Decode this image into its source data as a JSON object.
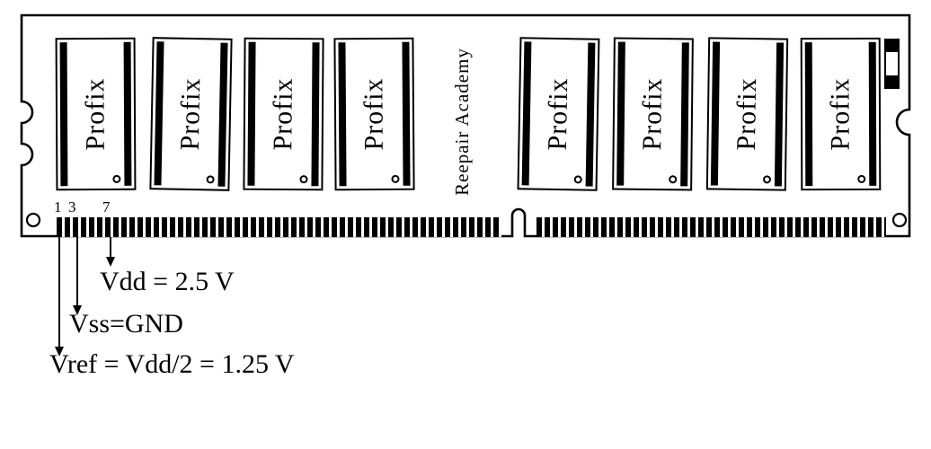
{
  "module": {
    "brand_text": "Reepair Academy",
    "chips": [
      {
        "label": "Profix"
      },
      {
        "label": "Profix"
      },
      {
        "label": "Profix"
      },
      {
        "label": "Profix"
      },
      {
        "label": "Profix"
      },
      {
        "label": "Profix"
      },
      {
        "label": "Profix"
      },
      {
        "label": "Profix"
      }
    ],
    "pin_numbers": [
      "1",
      "3",
      "7"
    ],
    "annotations": {
      "vdd": "Vdd = 2.5 V",
      "vss": "Vss=GND",
      "vref": "Vref = Vdd/2 = 1.25 V"
    },
    "colors": {
      "ink": "#000000",
      "board": "#ffffff"
    }
  }
}
